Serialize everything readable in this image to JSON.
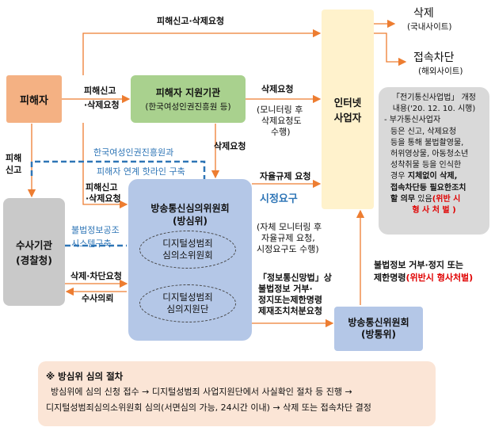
{
  "nodes": {
    "victim": "피해자",
    "support_title": "피해자 지원기관",
    "support_sub": "(한국여성인권진흥원 등)",
    "isp_l1": "인터넷",
    "isp_l2": "사업자",
    "delete_title": "삭제",
    "delete_sub": "(국내사이트)",
    "block_title": "접속차단",
    "block_sub": "(해외사이트)",
    "investigation_l1": "수사기관",
    "investigation_l2": "(경찰청)",
    "kcsc_l1": "방송통신심의위원회",
    "kcsc_l2": "(방심위)",
    "sub1_l1": "디지털성범죄",
    "sub1_l2": "심의소위원회",
    "sub2_l1": "디지털성범죄",
    "sub2_l2": "심의지원단",
    "kcc_l1": "방송통신위원회",
    "kcc_l2": "(방통위)"
  },
  "labels": {
    "top_report": "피해신고·삭제요청",
    "vs_l1": "피해신고",
    "vs_l2": "·삭제요청",
    "support_delete": "삭제요청",
    "monitor_l1": "(모니터링 후",
    "monitor_l2": "삭제요청도",
    "monitor_l3": "수행)",
    "kwhrc_l1": "한국여성인권진흥원과",
    "kwhrc_l2": "피해자 연계 핫라인 구축",
    "support_kcsc_delete": "삭제요청",
    "vk_l1": "피해신고",
    "vk_l2": "·삭제요청",
    "victim_police_l1": "피해",
    "victim_police_l2": "신고",
    "illegal_l1": "불법정보공조",
    "illegal_l2": "시스템구축",
    "delete_block_req": "삭제·차단요청",
    "investigation_req": "수사의뢰",
    "self_reg": "자율규제 요청",
    "correction": "시정요구",
    "self_mon_l1": "(자체 모니터링 후",
    "self_mon_l2": "자율규제 요청,",
    "self_mon_l3": "시정요구도 수행)",
    "law_l1": "「정보통신망법」상",
    "law_l2": "불법정보 거부·",
    "law_l3": "정지또는제한명령",
    "law_l4": "제재조치처분요청",
    "order_l1": "불법정보 거부·정지 또는",
    "order_l2": "제한명령",
    "order_l2_red": "(위반시 형사처벌)"
  },
  "note_box": {
    "title": "「전기통신사업법」 개정",
    "date": "내용('20. 12. 10. 시행)",
    "body": [
      "- 부가통신사업자",
      "등은 신고, 삭제요청",
      "등을 통해 불법촬영물,",
      "허위영상물, 아동청소년",
      "성착취물 등을 인식한",
      "경우"
    ],
    "bold1": " 지체없이 삭제,",
    "bold2": "접속차단등 필요한조치",
    "bold3": "할 의무",
    "tail": " 있음",
    "red1": "(위반 시",
    "red2": "형 사 처 벌 )"
  },
  "procedure": {
    "title": "※ 방심위 심의 절차",
    "line1": "방심위에 심의 신청 접수 → 디지털성범죄 사업지원단에서 사실확인 절차 등 진행 →",
    "line2": "디지털성범죄심의소위원회 심의(서면심의 가능, 24시간 이내) → 삭제 또는 접속차단 결정"
  },
  "colors": {
    "victim": "#f4b183",
    "support": "#a9d18e",
    "isp": "#fff2cc",
    "investigation": "#c9c9c9",
    "kcsc": "#b4c7e7",
    "kcc": "#b4c7e7",
    "note": "#d9d9d9",
    "procedure": "#fbe5d6",
    "arrow": "#ed7d31",
    "dashed": "#2e75b6"
  }
}
